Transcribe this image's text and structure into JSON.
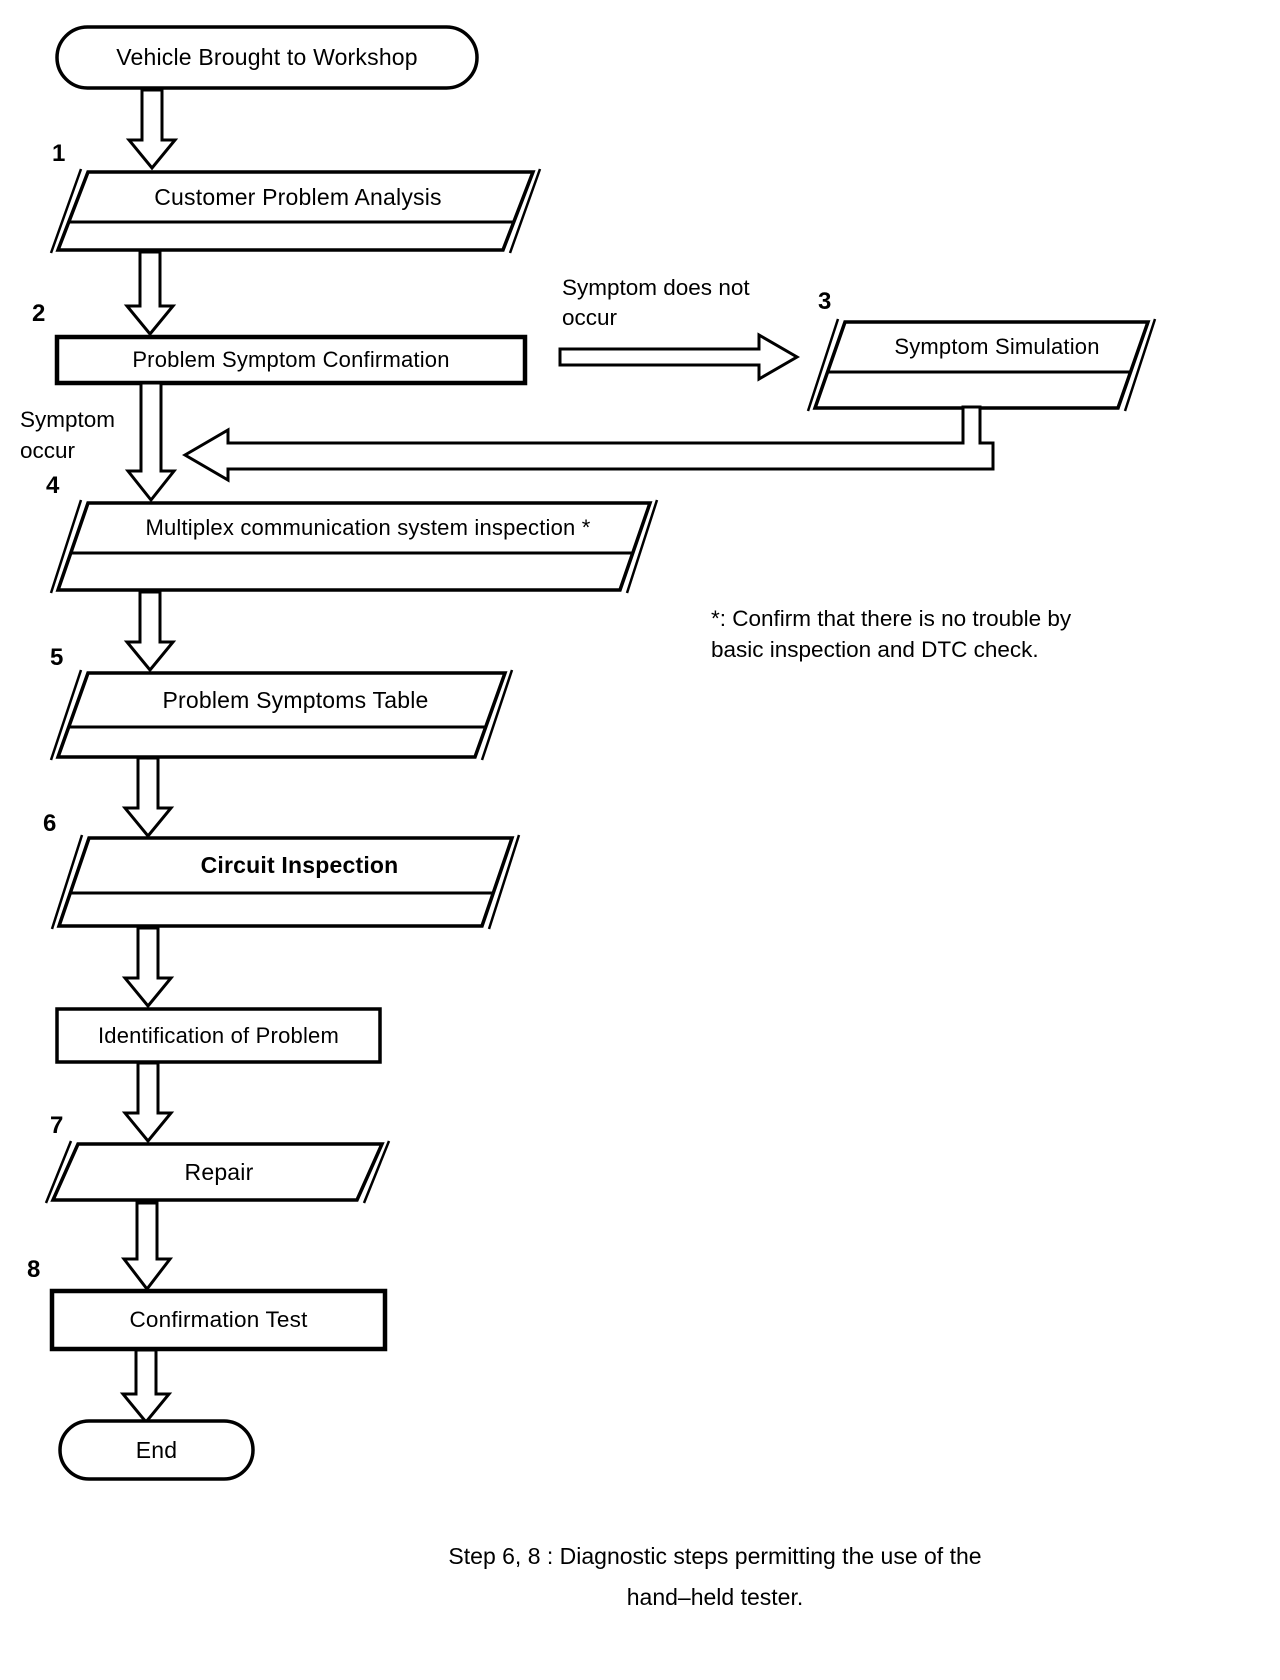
{
  "diagram": {
    "type": "flowchart",
    "colors": {
      "ink": "#000000",
      "paper": "#ffffff"
    },
    "nodes": {
      "start": {
        "label": "Vehicle Brought to Workshop",
        "shape": "terminator"
      },
      "step1": {
        "number": "1",
        "label": "Customer Problem Analysis",
        "shape": "parallelogram"
      },
      "step2": {
        "number": "2",
        "label": "Problem Symptom Confirmation",
        "shape": "process"
      },
      "step3": {
        "number": "3",
        "label": "Symptom Simulation",
        "shape": "parallelogram"
      },
      "step4": {
        "number": "4",
        "label": "Multiplex communication system inspection *",
        "shape": "parallelogram"
      },
      "step5": {
        "number": "5",
        "label": "Problem Symptoms Table",
        "shape": "parallelogram"
      },
      "step6": {
        "number": "6",
        "label": "Circuit Inspection",
        "shape": "parallelogram"
      },
      "identification": {
        "label": "Identification of Problem",
        "shape": "process"
      },
      "step7": {
        "number": "7",
        "label": "Repair",
        "shape": "parallelogram"
      },
      "step8": {
        "number": "8",
        "label": "Confirmation Test",
        "shape": "process"
      },
      "end": {
        "label": "End",
        "shape": "terminator"
      }
    },
    "edges": {
      "symptom_does_not_occur": {
        "line1": "Symptom does not",
        "line2": "occur"
      },
      "symptom_occur": {
        "line1": "Symptom",
        "line2": "occur"
      }
    },
    "footnote": {
      "line1": "*: Confirm that there is no trouble by",
      "line2": "basic inspection and DTC check."
    },
    "caption": {
      "line1": "Step 6, 8 : Diagnostic steps permitting the use of the",
      "line2": "hand–held tester."
    }
  }
}
